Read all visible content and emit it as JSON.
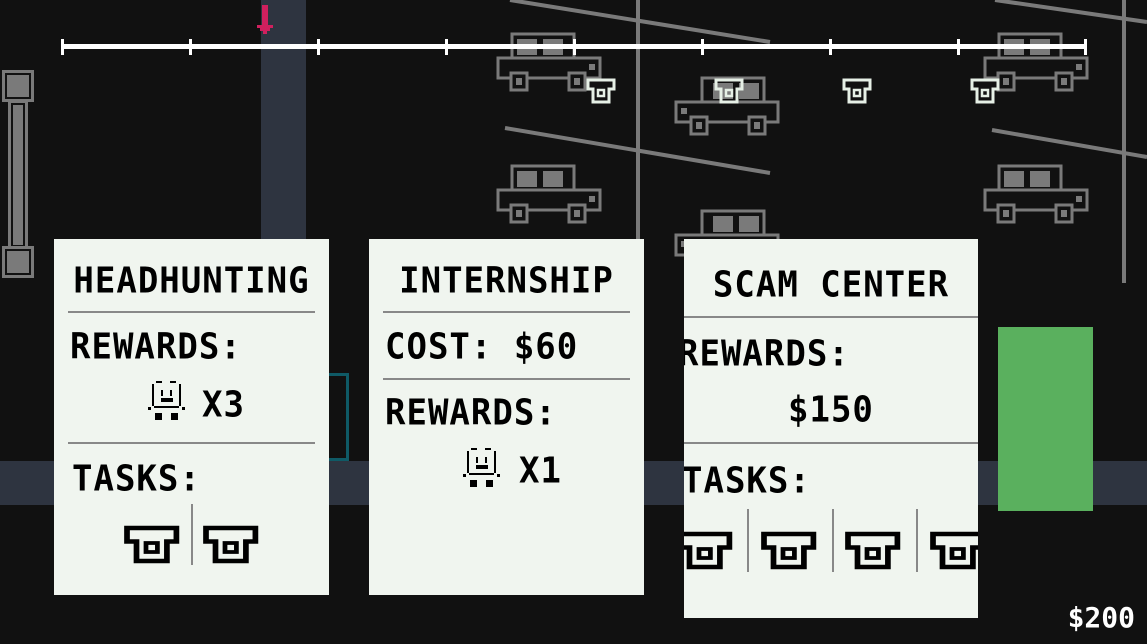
{
  "timeline": {
    "ticks": 9,
    "marker_color": "#d0205e",
    "current_position_tick": 1.6
  },
  "money": "$200",
  "colors": {
    "background": "#111111",
    "road": "#2e3440",
    "card": "#f0f5ef",
    "green_zone": "#5ab05e",
    "marker": "#d0205e"
  },
  "cards": [
    {
      "title": "HEADHUNTING",
      "rewards_label": "REWARDS:",
      "reward_qty": "X3",
      "reward_icon": "worker-icon",
      "tasks_label": "TASKS:",
      "tasks": [
        "phone-icon",
        "phone-icon"
      ]
    },
    {
      "title": "INTERNSHIP",
      "cost": "COST: $60",
      "rewards_label": "REWARDS:",
      "reward_qty": "X1",
      "reward_icon": "worker-icon"
    },
    {
      "title": "SCAM CENTER",
      "rewards_label": "REWARDS:",
      "reward_money": "$150",
      "tasks_label": "TASKS:",
      "tasks": [
        "phone-icon",
        "phone-icon",
        "phone-icon",
        "phone-icon"
      ]
    }
  ]
}
